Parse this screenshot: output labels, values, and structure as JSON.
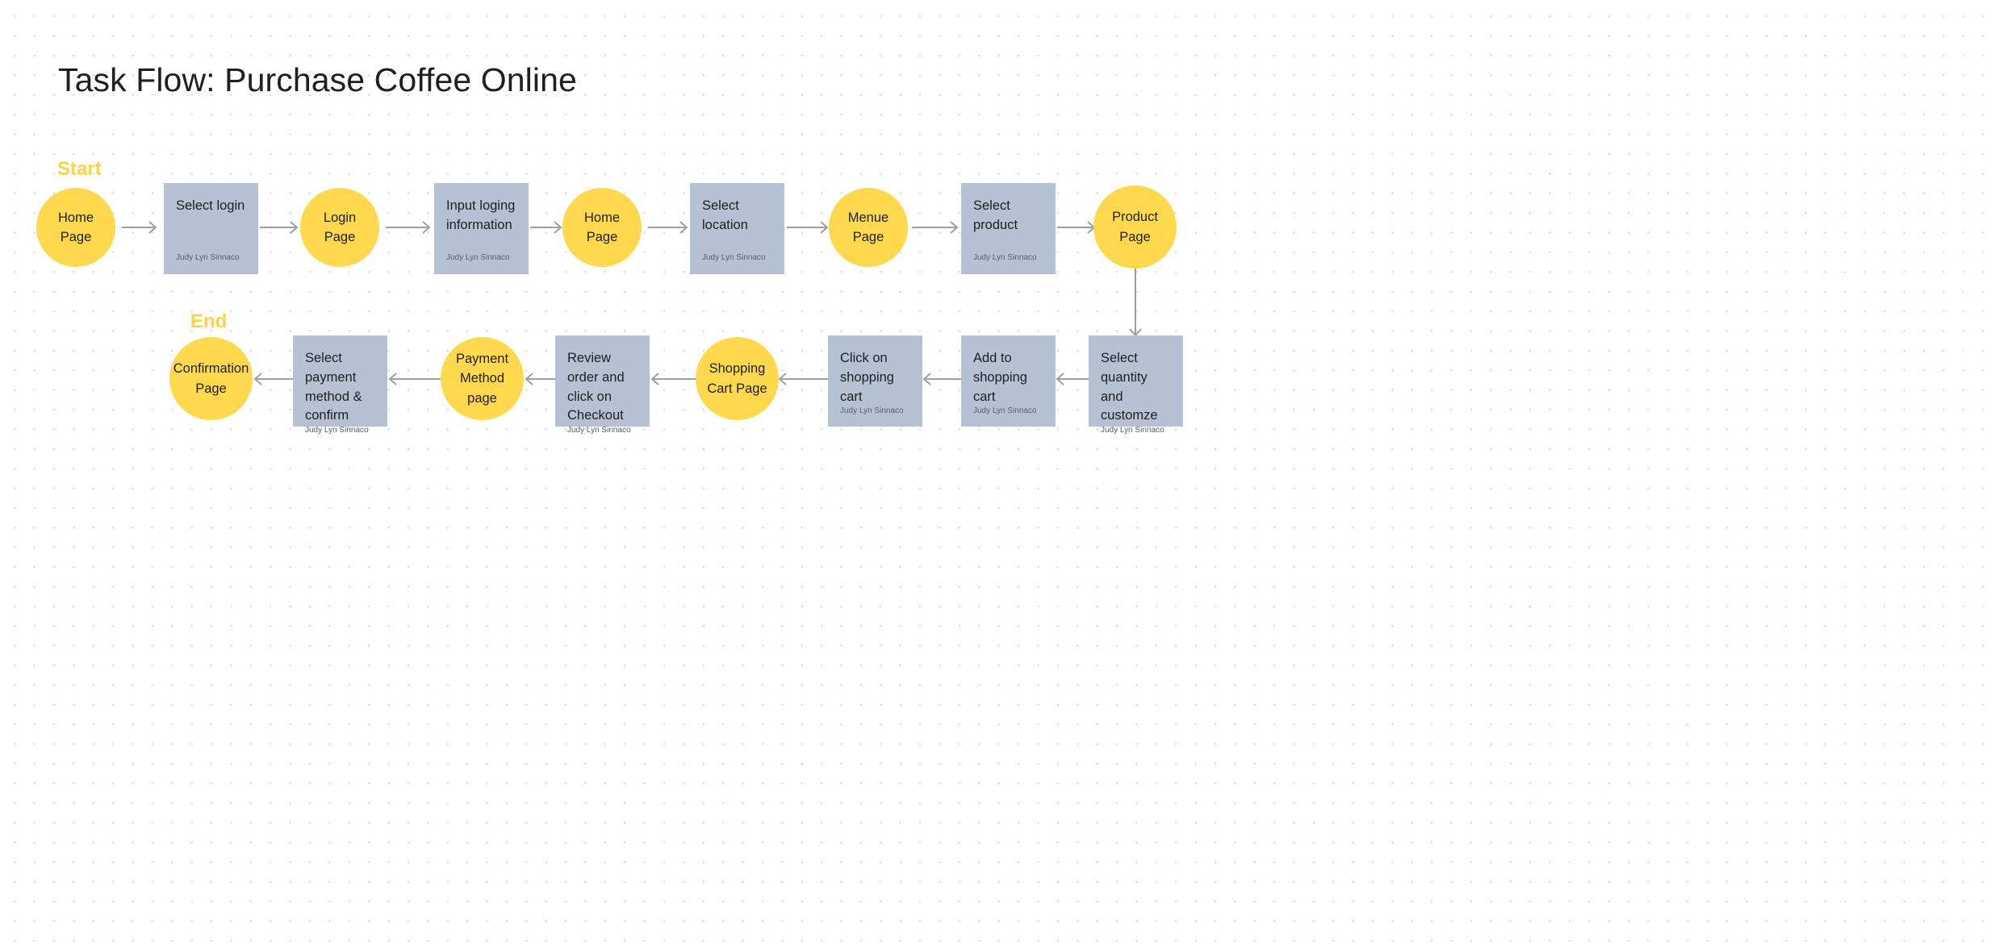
{
  "page": {
    "title": "Task Flow: Purchase Coffee Online",
    "background_color": "#ffffff",
    "dot_grid_color": "#dcdcde"
  },
  "colors": {
    "accent_yellow": "#ffd84d",
    "label_yellow": "#fdd248",
    "node_gray_blue": "#b4c2d4",
    "connector_gray": "#9aa0a6",
    "text_dark": "#1f1f1f",
    "author_gray": "#565f6b"
  },
  "labels": {
    "start": "Start",
    "end": "End"
  },
  "author": "Judy Lyn Sinnaco",
  "flow": {
    "row1": [
      {
        "id": "home-page-1",
        "type": "circle",
        "label": "Home Page"
      },
      {
        "id": "select-login",
        "type": "rect",
        "label": "Select login",
        "author": "Judy Lyn Sinnaco"
      },
      {
        "id": "login-page",
        "type": "circle",
        "label": "Login Page"
      },
      {
        "id": "input-login-info",
        "type": "rect",
        "label": "Input loging information",
        "author": "Judy Lyn Sinnaco"
      },
      {
        "id": "home-page-2",
        "type": "circle",
        "label": "Home Page"
      },
      {
        "id": "select-location",
        "type": "rect",
        "label": "Select location",
        "author": "Judy Lyn Sinnaco"
      },
      {
        "id": "menue-page",
        "type": "circle",
        "label": "Menue Page"
      },
      {
        "id": "select-product",
        "type": "rect",
        "label": "Select product",
        "author": "Judy Lyn Sinnaco"
      },
      {
        "id": "product-page",
        "type": "circle",
        "label": "Product\nPage"
      }
    ],
    "row2": [
      {
        "id": "confirmation-page",
        "type": "circle",
        "label": "Confirmation\nPage"
      },
      {
        "id": "select-payment",
        "type": "rect",
        "label": "Select payment method & confirm",
        "author": "Judy Lyn Sinnaco"
      },
      {
        "id": "payment-method-page",
        "type": "circle",
        "label": "Payment\nMethod\npage"
      },
      {
        "id": "review-order",
        "type": "rect",
        "label": "Review order and click on Checkout",
        "author": "Judy Lyn Sinnaco"
      },
      {
        "id": "shopping-cart-page",
        "type": "circle",
        "label": "Shopping\nCart Page"
      },
      {
        "id": "click-shopping-cart",
        "type": "rect",
        "label": "Click on shopping cart",
        "author": "Judy Lyn Sinnaco"
      },
      {
        "id": "add-shopping-cart",
        "type": "rect",
        "label": "Add to shopping cart",
        "author": "Judy Lyn Sinnaco"
      },
      {
        "id": "select-quantity",
        "type": "rect",
        "label": "Select quantity and customze",
        "author": "Judy Lyn Sinnaco"
      }
    ]
  }
}
